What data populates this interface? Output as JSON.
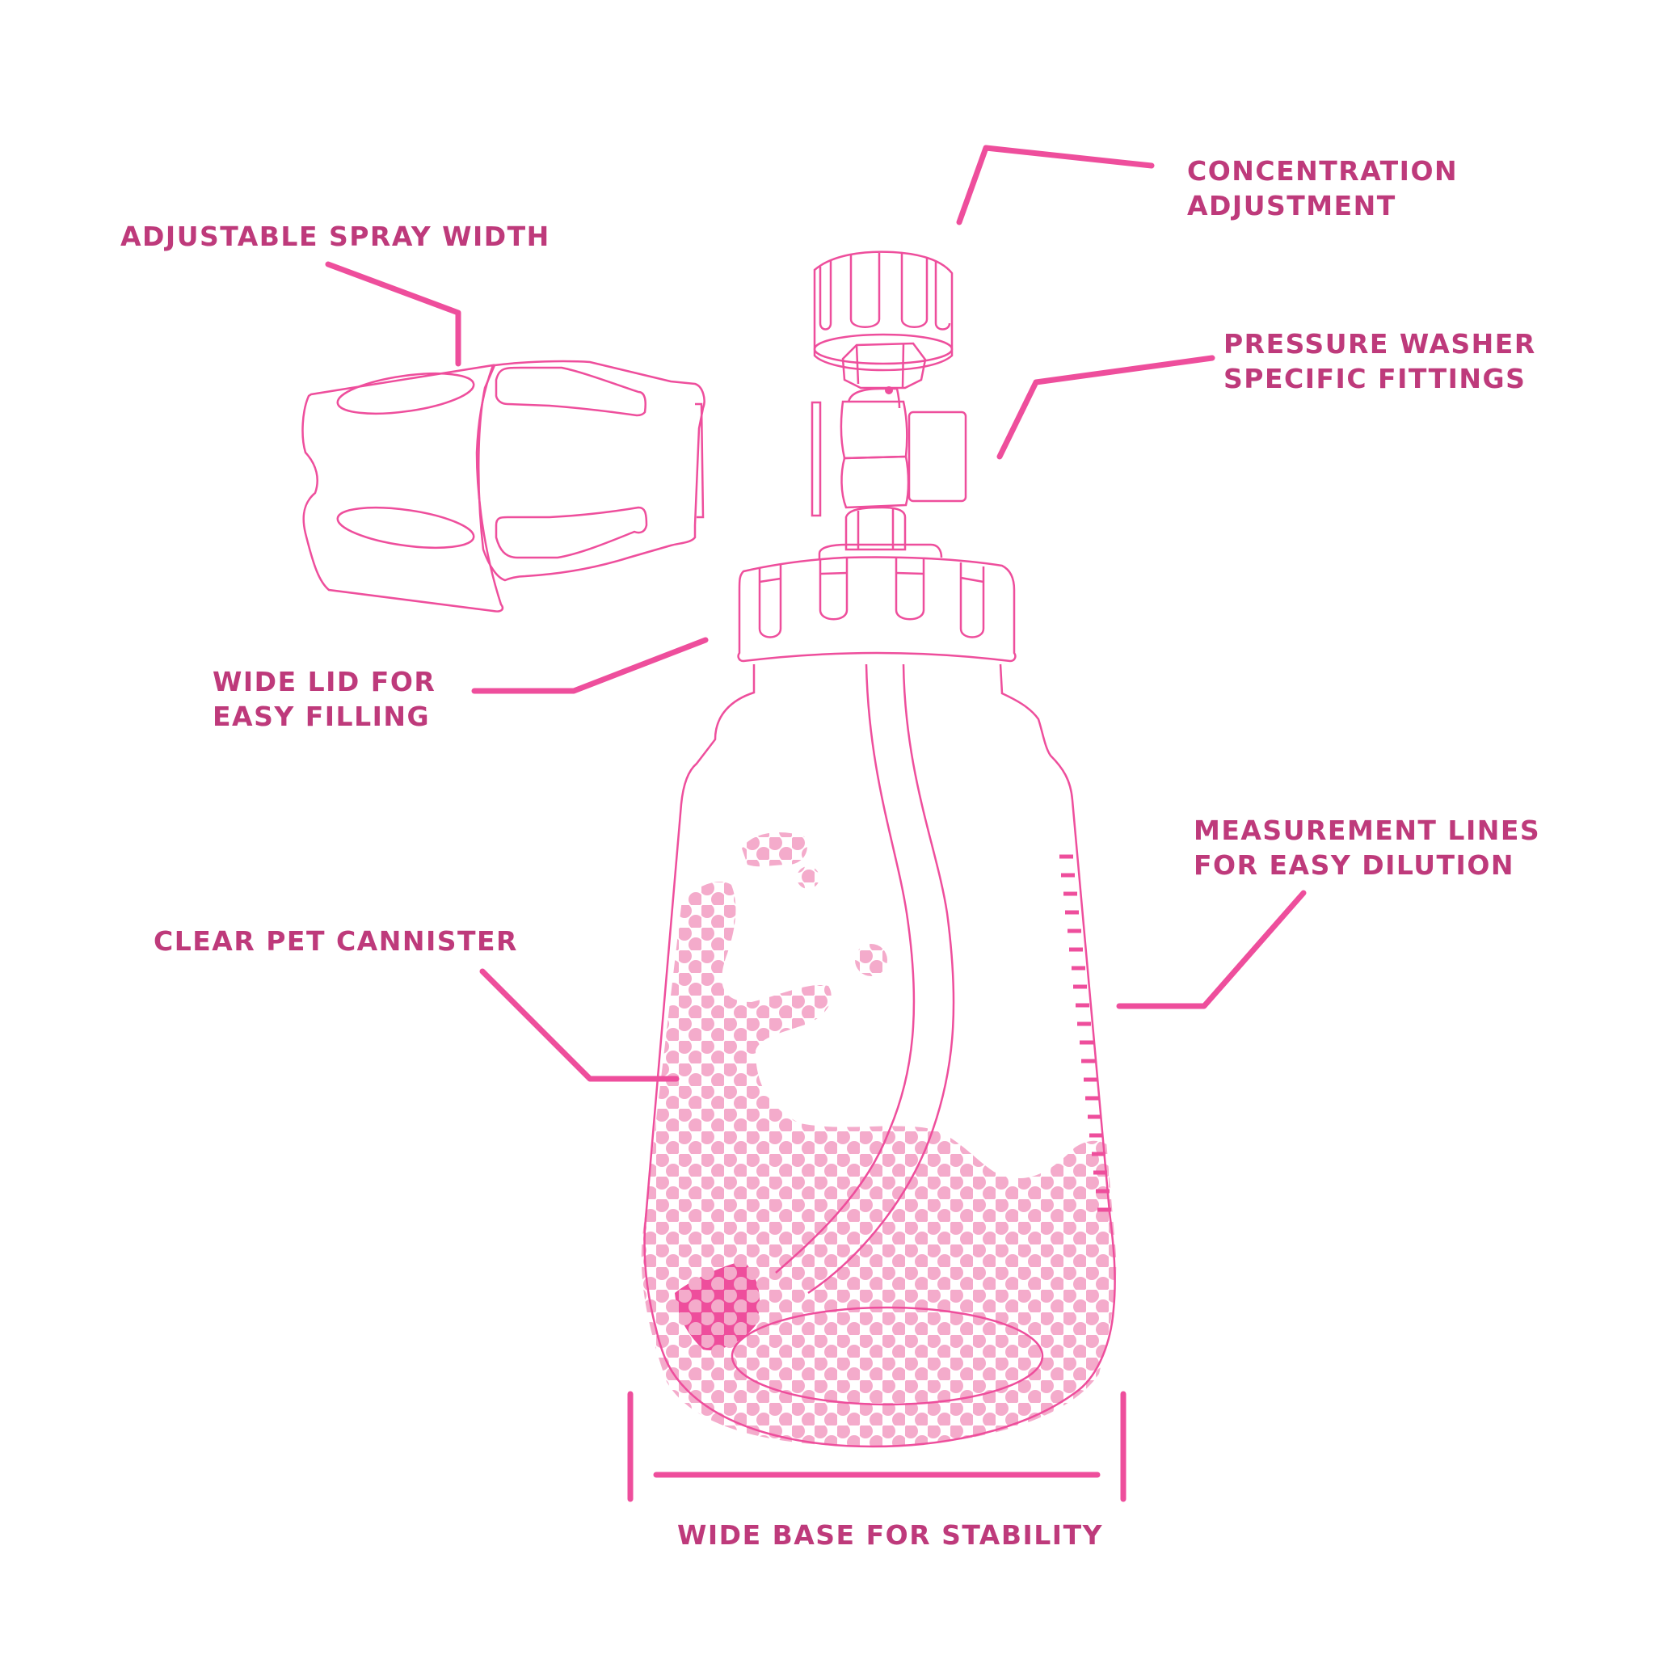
{
  "diagram": {
    "subject": "Snow foam lance / foam cannon bottle",
    "colors": {
      "line": "#EE4E9C",
      "label_text": "#BE3A7B",
      "liquid_dots": "#F4ABCB",
      "liquid_dark": "#EE4E9C",
      "background": "#FFFFFF"
    }
  },
  "labels": {
    "concentration": {
      "line1": "CONCENTRATION",
      "line2": "ADJUSTMENT"
    },
    "spray_width": {
      "line1": "ADJUSTABLE SPRAY WIDTH"
    },
    "fittings": {
      "line1": "PRESSURE WASHER",
      "line2": "SPECIFIC FITTINGS"
    },
    "wide_lid": {
      "line1": "WIDE LID FOR",
      "line2": "EASY FILLING"
    },
    "measurement": {
      "line1": "MEASUREMENT LINES",
      "line2": "FOR EASY DILUTION"
    },
    "cannister": {
      "line1": "CLEAR PET CANNISTER"
    },
    "wide_base": {
      "line1": "WIDE BASE FOR STABILITY"
    }
  }
}
